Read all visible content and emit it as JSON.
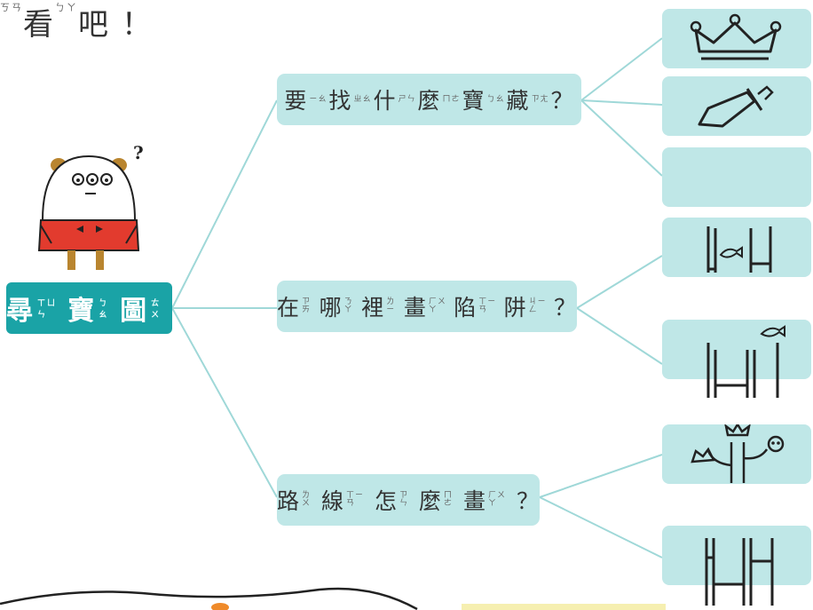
{
  "top_text": {
    "a_zhuyin": "ㄎㄢ",
    "a": "看",
    "b_zhuyin": "ㄅㄚ",
    "b": "吧",
    "c": "！"
  },
  "root": {
    "label": "尋寶圖",
    "chars": [
      "尋",
      "寶",
      "圖"
    ],
    "zhuyin": [
      "ㄒㄩㄣ",
      "ㄅㄠ",
      "ㄊㄨ"
    ]
  },
  "branches": [
    {
      "label": "要找什麼寶藏？",
      "chars": [
        "要",
        "找",
        "什",
        "麼",
        "寶",
        "藏"
      ],
      "end": "？"
    },
    {
      "label": "在哪裡畫陷阱？",
      "chars": [
        "在",
        "哪",
        "裡",
        "畫",
        "陷",
        "阱"
      ],
      "end": "？"
    },
    {
      "label": "路線怎麼畫？",
      "chars": [
        "路",
        "線",
        "怎",
        "麼",
        "畫"
      ],
      "end": "？"
    }
  ],
  "tiles": [
    {
      "icon": "crown-icon"
    },
    {
      "icon": "sword-icon"
    },
    {
      "icon": "empty"
    },
    {
      "icon": "ladder-fish-inside-icon"
    },
    {
      "icon": "ladder-fish-top-icon"
    },
    {
      "icon": "tree-crown-skull-icon"
    },
    {
      "icon": "ladder-icon"
    }
  ],
  "character": {
    "question_mark": "?"
  }
}
